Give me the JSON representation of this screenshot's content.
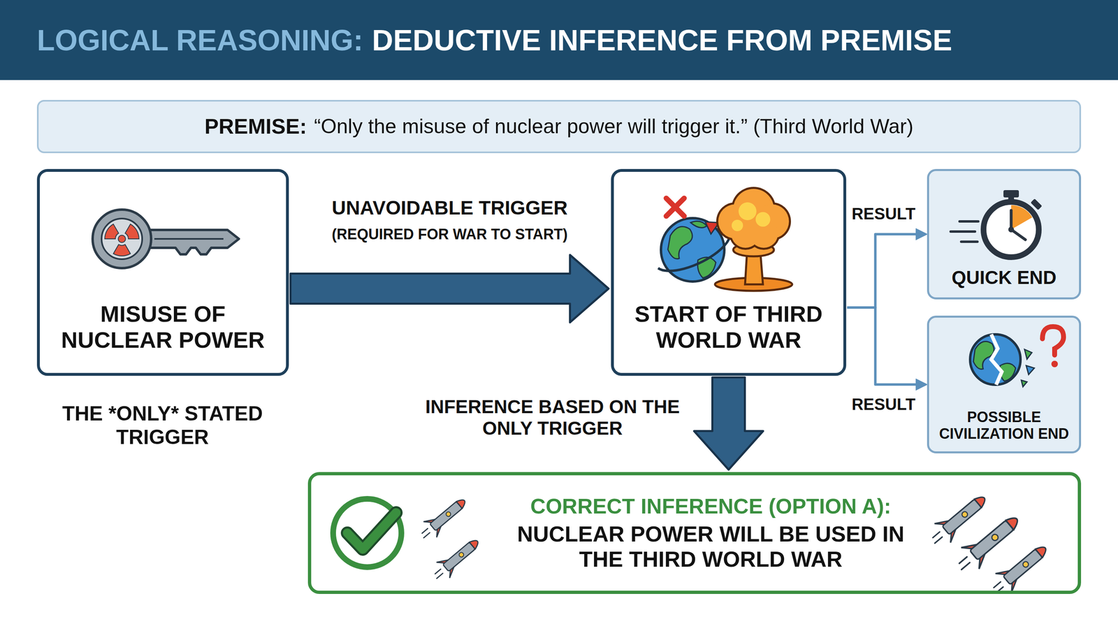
{
  "diagram": {
    "title": "LOGICAL REASONING:",
    "nodes": [
      {
        "text": [
          "PREMISE:",
          "“Only the misuse of nuclear power will trigger it.” (Third World War)"
        ]
      },
      {
        "text": [
          "MISUSE OF NUCLEAR POWER"
        ]
      },
      {
        "text": [
          "START OF THIRD WORLD WAR"
        ]
      },
      {
        "text": [
          "QUICK END"
        ]
      },
      {
        "text": [
          "POSSIBLE CIVILIZATION END"
        ]
      },
      {
        "text": [
          "CORRECT INFERENCE (OPTION A):",
          "NUCLEAR POWER WILL BE USED IN THE THIRD WORLD WAR"
        ]
      }
    ],
    "edges": [
      {
        "from": 1,
        "to": 2,
        "arrow": "to",
        "label": "UNAVOIDABLE TRIGGER"
      },
      {
        "from": 2,
        "to": 3,
        "arrow": "to",
        "label": "RESULT"
      },
      {
        "from": 2,
        "to": 4,
        "arrow": "to",
        "label": "RESULT"
      },
      {
        "from": 2,
        "to": 5,
        "arrow": "to",
        "label": "INFERENCE BASED ON THE ONLY TRIGGER"
      }
    ],
    "labels": [
      "DEDUCTIVE INFERENCE FROM PREMISE",
      "(REQUIRED FOR WAR TO START)",
      "THE *ONLY* STATED TRIGGER"
    ]
  }
}
